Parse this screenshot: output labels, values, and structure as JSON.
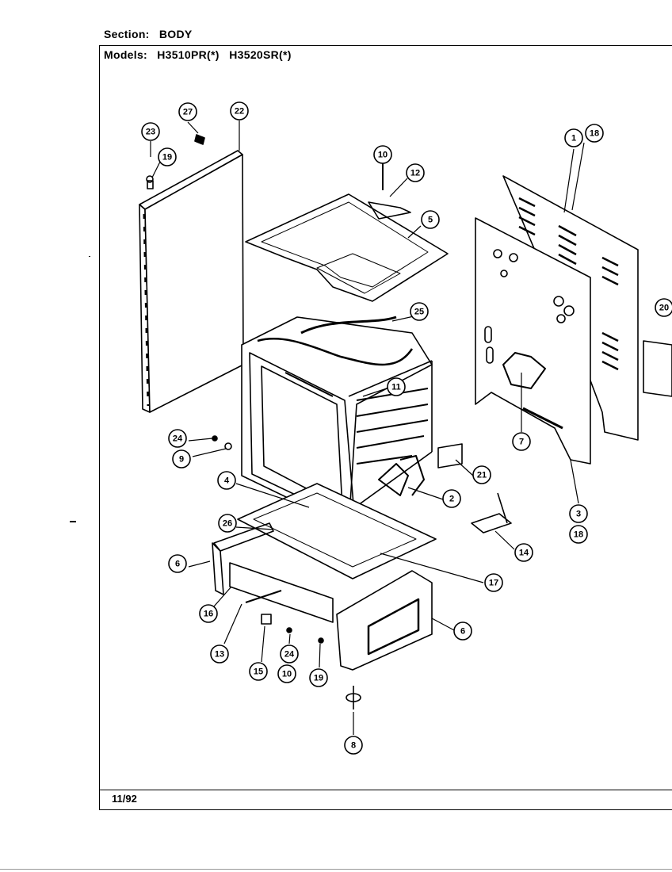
{
  "header": {
    "section_label": "Section:",
    "section_value": "BODY",
    "models_label": "Models:",
    "models_value": "H3510PR(*)   H3520SR(*)"
  },
  "footer": {
    "date": "11/92"
  },
  "callouts": [
    {
      "id": "c23",
      "label": "23"
    },
    {
      "id": "c27",
      "label": "27"
    },
    {
      "id": "c22",
      "label": "22"
    },
    {
      "id": "c19a",
      "label": "19"
    },
    {
      "id": "c10a",
      "label": "10"
    },
    {
      "id": "c12",
      "label": "12"
    },
    {
      "id": "c5",
      "label": "5"
    },
    {
      "id": "c1",
      "label": "1"
    },
    {
      "id": "c18a",
      "label": "18"
    },
    {
      "id": "c20",
      "label": "20"
    },
    {
      "id": "c25",
      "label": "25"
    },
    {
      "id": "c11",
      "label": "11"
    },
    {
      "id": "c24a",
      "label": "24"
    },
    {
      "id": "c9",
      "label": "9"
    },
    {
      "id": "c7",
      "label": "7"
    },
    {
      "id": "c21",
      "label": "21"
    },
    {
      "id": "c4",
      "label": "4"
    },
    {
      "id": "c2",
      "label": "2"
    },
    {
      "id": "c3",
      "label": "3"
    },
    {
      "id": "c18b",
      "label": "18"
    },
    {
      "id": "c26",
      "label": "26"
    },
    {
      "id": "c14",
      "label": "14"
    },
    {
      "id": "c6a",
      "label": "6"
    },
    {
      "id": "c17",
      "label": "17"
    },
    {
      "id": "c16",
      "label": "16"
    },
    {
      "id": "c6b",
      "label": "6"
    },
    {
      "id": "c13",
      "label": "13"
    },
    {
      "id": "c24b",
      "label": "24"
    },
    {
      "id": "c15",
      "label": "15"
    },
    {
      "id": "c10b",
      "label": "10"
    },
    {
      "id": "c19b",
      "label": "19"
    },
    {
      "id": "c8",
      "label": "8"
    }
  ]
}
